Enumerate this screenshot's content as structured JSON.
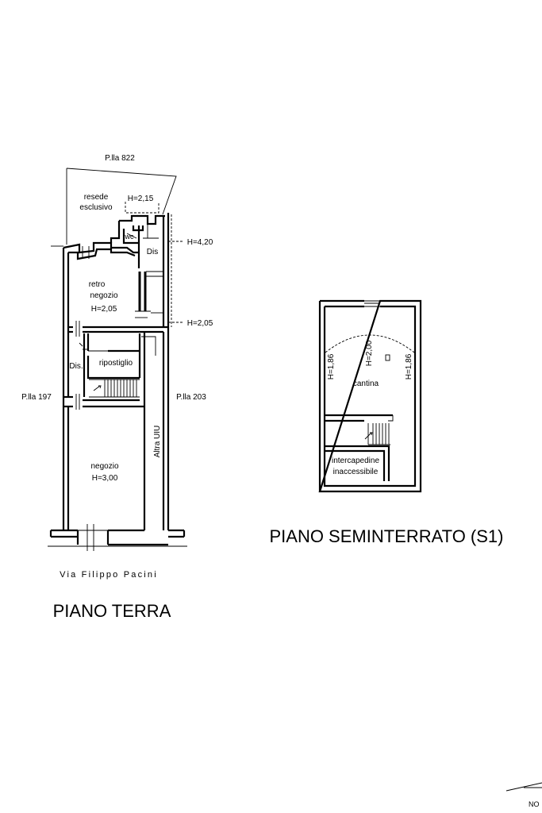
{
  "ground_floor": {
    "title": "PIANO TERRA",
    "street": "Via Filippo Pacini",
    "parcel_top": "P.lla 822",
    "parcel_left": "P.lla 197",
    "parcel_right": "P.lla 203",
    "other_unit": "Altra UIU",
    "rooms": {
      "resede_1": "resede",
      "resede_2": "esclusivo",
      "wc": "wc",
      "dis_upper": "Dis",
      "retro_1": "retro",
      "retro_2": "negozio",
      "retro_h": "H=2,05",
      "dis_lower": "Dis.",
      "ripostiglio": "ripostiglio",
      "negozio": "negozio",
      "negozio_h": "H=3,00"
    },
    "heights": {
      "resede_h": "H=2,15",
      "side_upper": "H=4,20",
      "side_lower": "H=2,05"
    }
  },
  "basement": {
    "title": "PIANO SEMINTERRATO (S1)",
    "rooms": {
      "cantina": "cantina",
      "intercapedine_1": "intercapedine",
      "intercapedine_2": "inaccessibile"
    },
    "heights": {
      "left": "H=1,86",
      "center": "H=2,00",
      "right": "H=1,86"
    }
  },
  "north_label": "NO"
}
